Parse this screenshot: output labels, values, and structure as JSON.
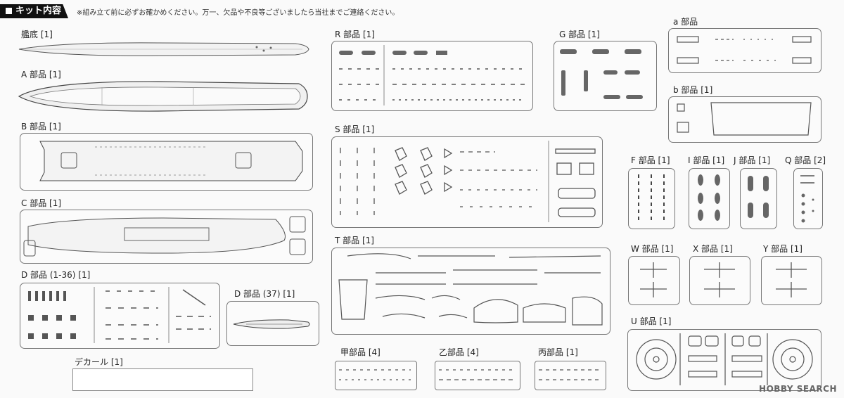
{
  "header": {
    "title": "キット内容",
    "note": "※組み立て前に必ずお確かめください。万一、欠品や不良等ございましたら当社までご連絡ください。"
  },
  "parts": {
    "kantei": "艦底 [1]",
    "a": "A 部品 [1]",
    "b_upper": "B 部品 [1]",
    "c": "C 部品 [1]",
    "d": "D 部品 (1-36) [1]",
    "d37": "D 部品 (37) [1]",
    "decal": "デカール [1]",
    "r": "R 部品 [1]",
    "g": "G 部品 [1]",
    "s": "S 部品 [1]",
    "t": "T 部品 [1]",
    "kou": "甲部品 [4]",
    "otsu": "乙部品 [4]",
    "hei": "丙部品 [1]",
    "a_small": "a 部品",
    "b_small": "b 部品 [1]",
    "f": "F 部品 [1]",
    "i": "I 部品 [1]",
    "j": "J 部品 [1]",
    "q": "Q 部品 [2]",
    "w": "W 部品 [1]",
    "x": "X 部品 [1]",
    "y": "Y 部品 [1]",
    "u": "U 部品 [1]"
  },
  "watermark": "HOBBY SEARCH",
  "colors": {
    "line": "#666666",
    "frame": "#777777"
  }
}
